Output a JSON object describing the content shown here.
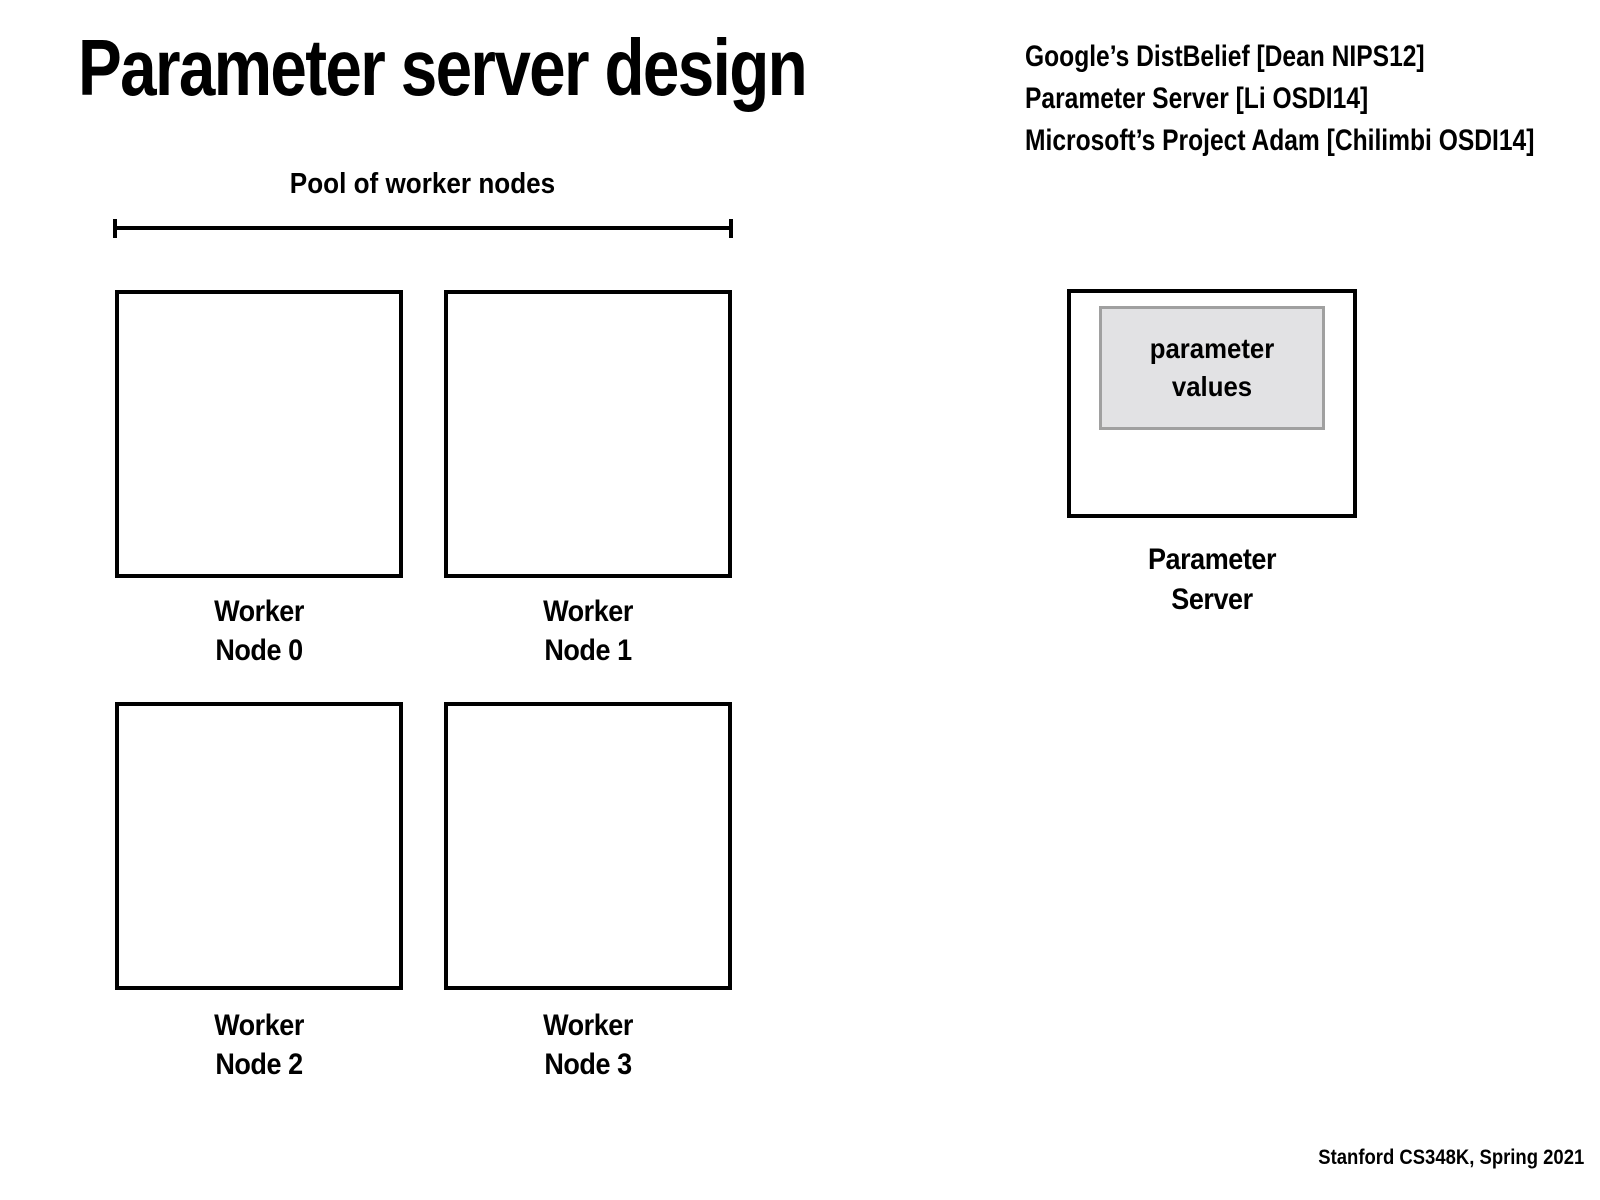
{
  "slide": {
    "title": "Parameter server design",
    "references": {
      "line1": "Google’s DistBelief [Dean NIPS12]",
      "line2": "Parameter Server [Li OSDI14]",
      "line3": "Microsoft’s Project Adam [Chilimbi OSDI14]"
    },
    "pool_label": "Pool of worker nodes",
    "worker_nodes": [
      {
        "label_line1": "Worker",
        "label_line2": "Node 0"
      },
      {
        "label_line1": "Worker",
        "label_line2": "Node 1"
      },
      {
        "label_line1": "Worker",
        "label_line2": "Node 2"
      },
      {
        "label_line1": "Worker",
        "label_line2": "Node 3"
      }
    ],
    "parameter_server": {
      "values_box_line1": "parameter",
      "values_box_line2": "values",
      "label_line1": "Parameter",
      "label_line2": "Server"
    },
    "footer": "Stanford CS348K, Spring 2021",
    "colors": {
      "background": "#ffffff",
      "text": "#000000",
      "box_border": "#000000",
      "values_box_fill": "#e2e2e4",
      "values_box_border": "#a0a0a0"
    }
  }
}
